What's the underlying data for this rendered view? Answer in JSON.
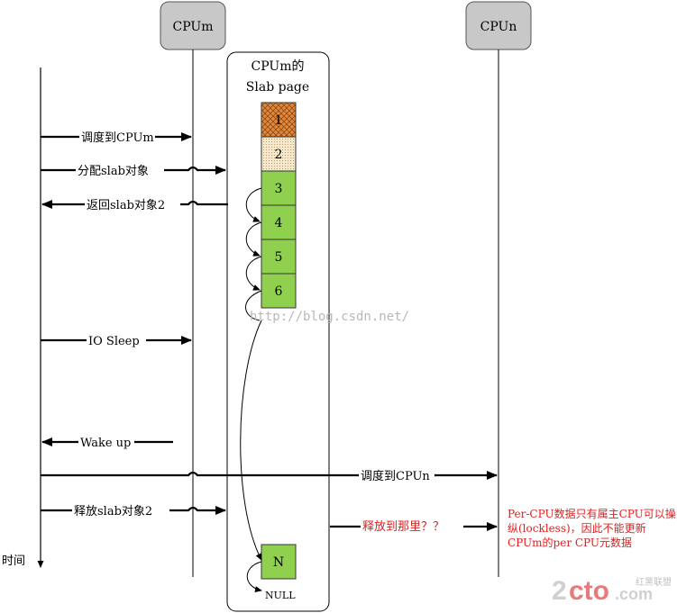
{
  "cpu_m": {
    "label": "CPUm"
  },
  "cpu_n": {
    "label": "CPUn"
  },
  "slab_box": {
    "title_line1": "CPUm的",
    "title_line2": "Slab page"
  },
  "slots": [
    {
      "label": "1",
      "state": "allocated"
    },
    {
      "label": "2",
      "state": "in-use"
    },
    {
      "label": "3",
      "state": "free"
    },
    {
      "label": "4",
      "state": "free"
    },
    {
      "label": "5",
      "state": "free"
    },
    {
      "label": "6",
      "state": "free"
    },
    {
      "label": "N",
      "state": "free"
    }
  ],
  "null_label": "NULL",
  "arrows": {
    "schedule_to_cpum": "调度到CPUm",
    "alloc_slab": "分配slab对象",
    "return_slab": "返回slab对象2",
    "io_sleep": "IO Sleep",
    "wake_up": "Wake up",
    "schedule_to_cpun": "调度到CPUn",
    "free_slab": "释放slab对象2",
    "free_where": "释放到那里？？"
  },
  "note": {
    "line1": "Per-CPU数据只有属主CPU可以操",
    "line2": "纵(lockless)，因此不能更新",
    "line3": "CPUm的per CPU元数据"
  },
  "time_label": "时间",
  "watermark": "http://blog.csdn.net/",
  "logo": {
    "main_a": "2",
    "main_b": "cto",
    "main_c": ".com",
    "side": "红黑联盟"
  },
  "colors": {
    "box_gray": "#c8c8c8",
    "slot_orange": "#e4883a",
    "slot_beige": "#f6e8cc",
    "slot_green": "#8fd14f",
    "annotation_red": "#e02020"
  }
}
